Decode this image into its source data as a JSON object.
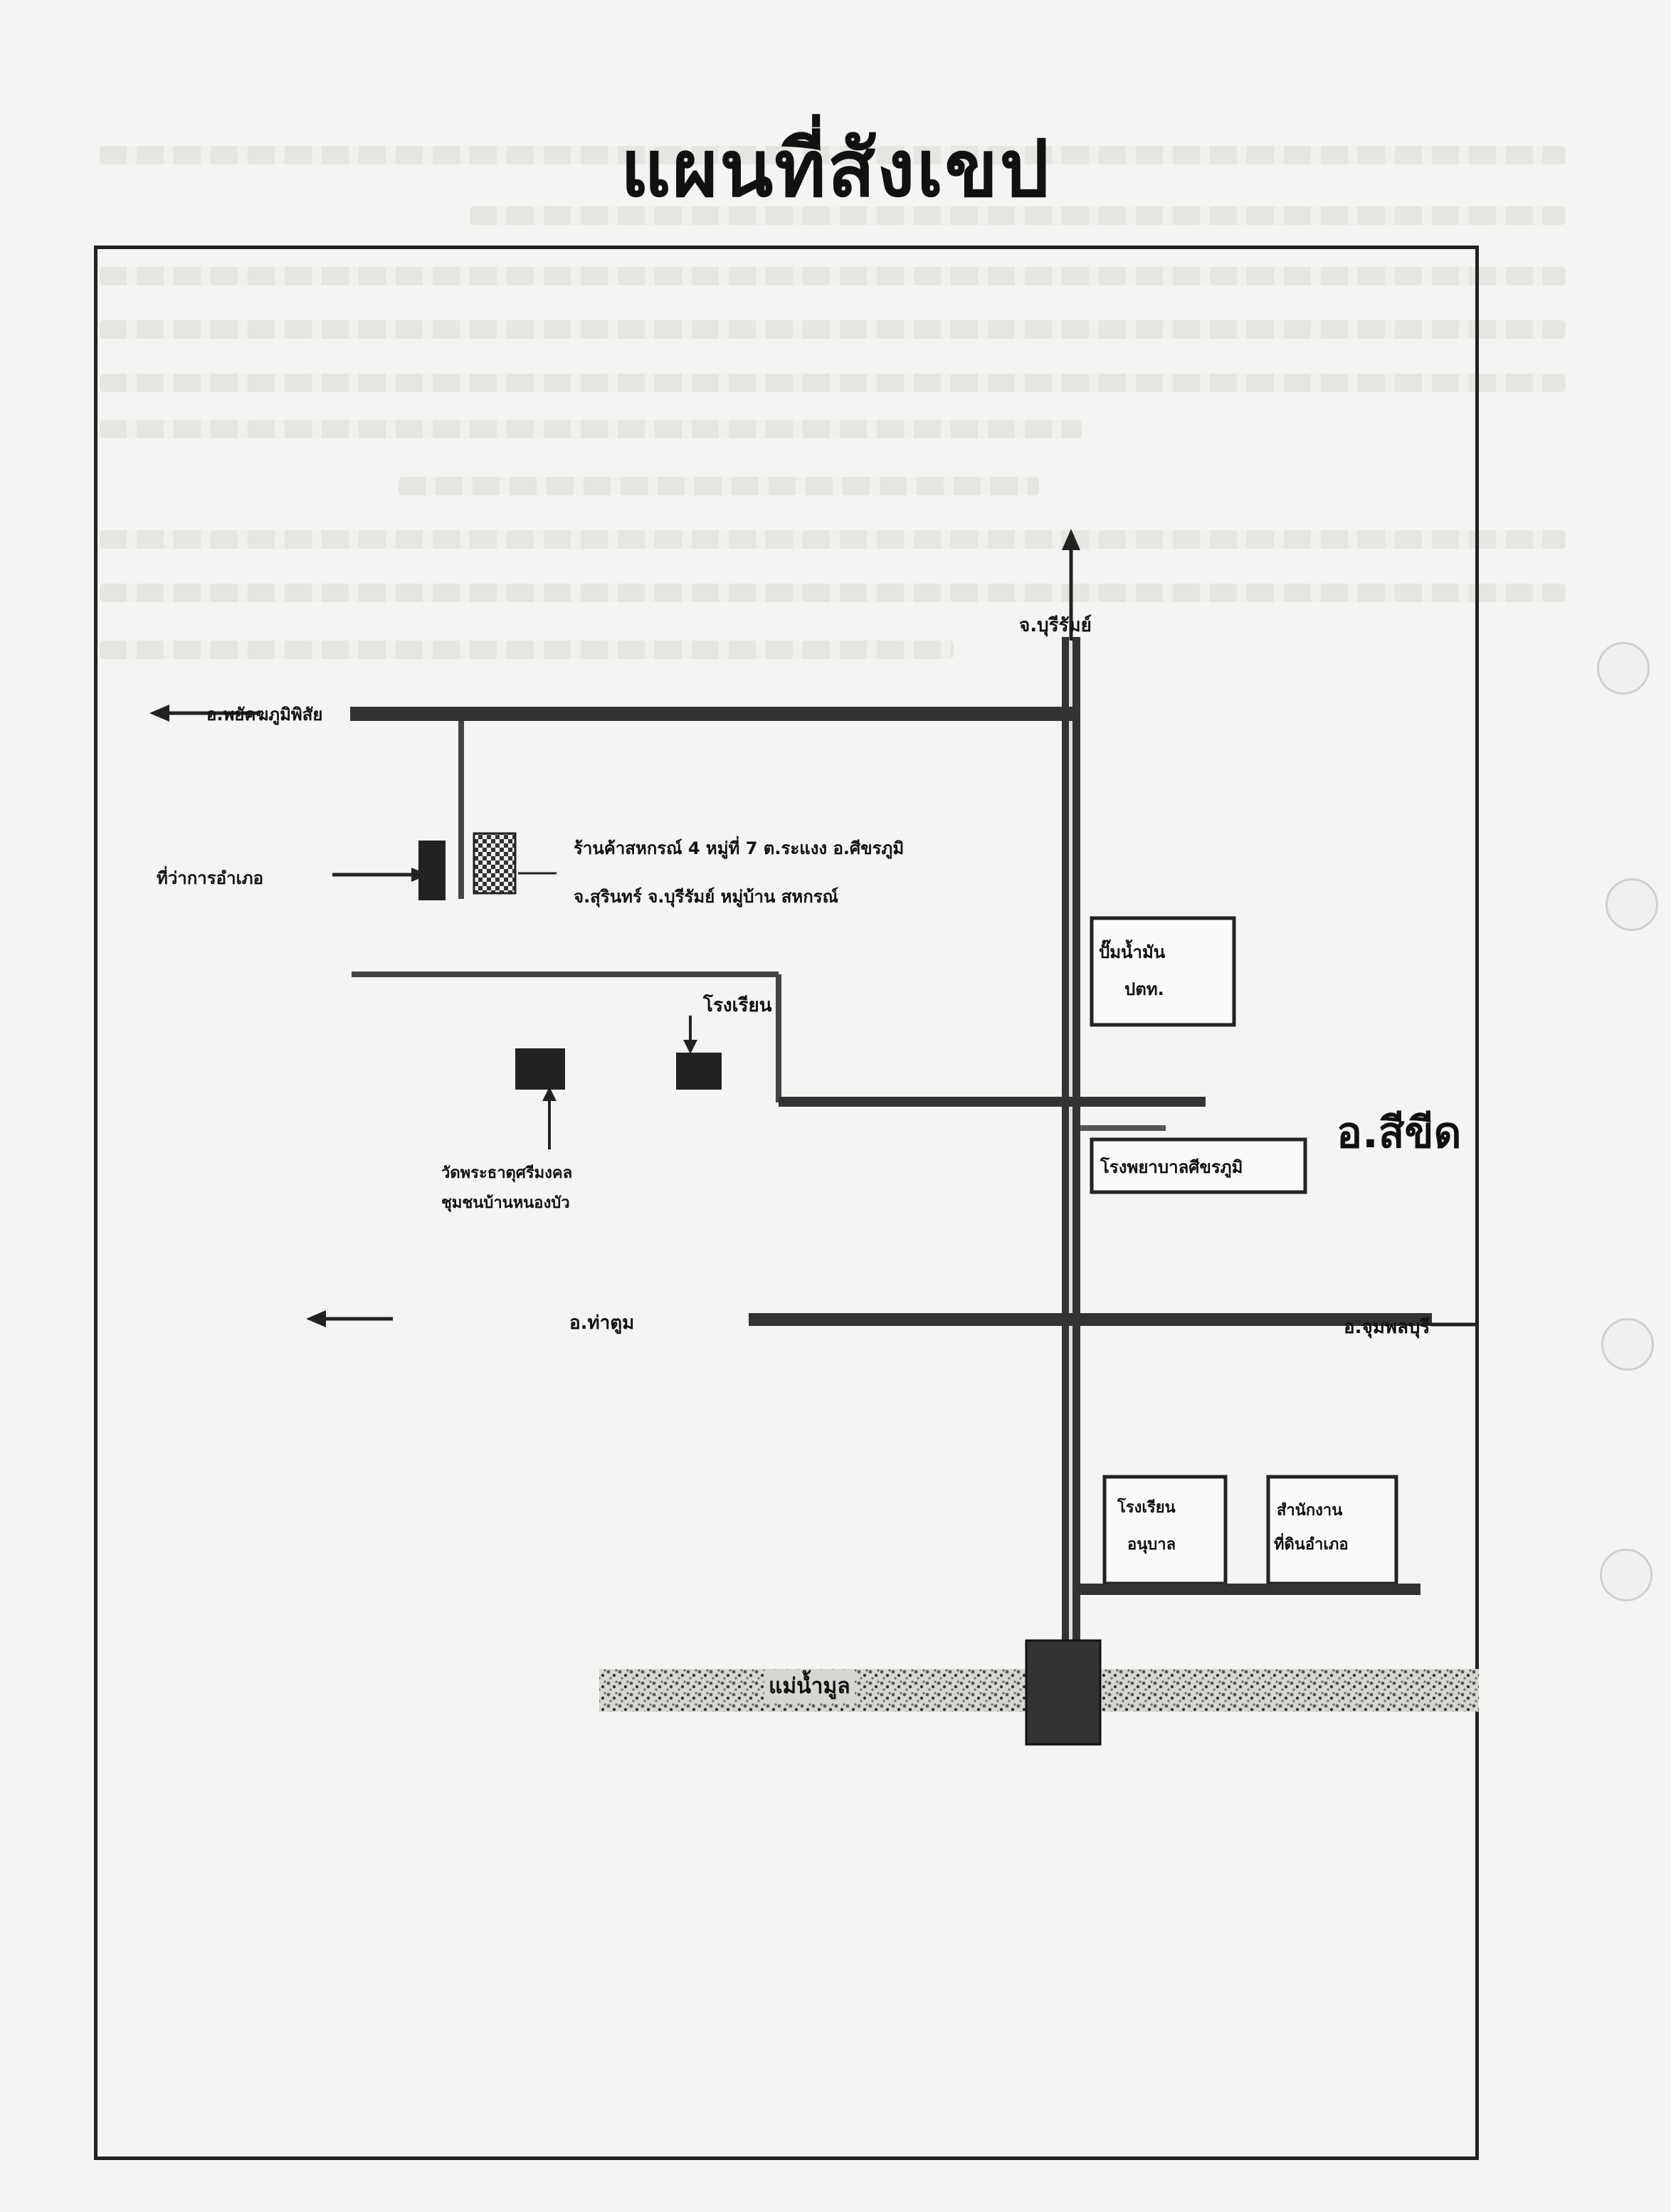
{
  "page": {
    "title": "แผนที่สังเขป"
  },
  "map": {
    "roads": {
      "north": "จ.บุรีรัมย์",
      "west_top": "อ.พยัคฆภูมิพิสัย",
      "west_mid": "อ.ท่าตูม",
      "east_mid": "อ.จุมพลบุรี",
      "east_big": "อ.สีขีด"
    },
    "places": {
      "district_office": "ที่ว่าการอำเภอ",
      "shop_label_line1": "ร้านค้าสหกรณ์ 4 หมู่ที่ 7 ต.ระแงง อ.ศีขรภูมิ",
      "shop_label_line2": "จ.สุรินทร์ จ.บุรีรัมย์ หมู่บ้าน สหกรณ์",
      "school": "โรงเรียน",
      "temple_line1": "วัดพระธาตุศรีมงคล",
      "temple_line2": "ชุมชนบ้านหนองบัว",
      "gas_station_line1": "ปั๊มน้ำมัน",
      "gas_station_line2": "ปตท.",
      "hospital": "โรงพยาบาลศีขรภูมิ",
      "box_left_line1": "โรงเรียน",
      "box_left_line2": "อนุบาล",
      "box_right_line1": "สำนักงาน",
      "box_right_line2": "ที่ดินอำเภอ",
      "river": "แม่น้ำมูล"
    }
  }
}
